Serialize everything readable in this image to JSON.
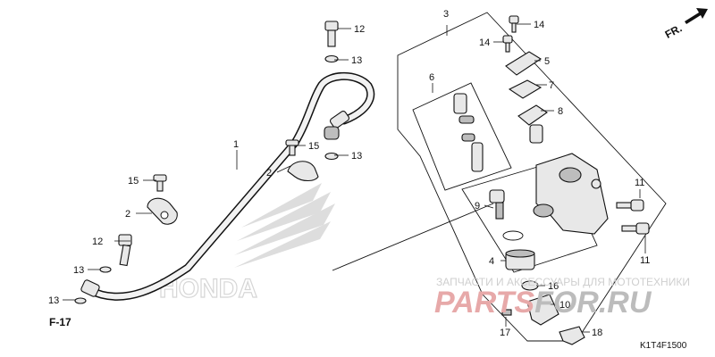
{
  "diagram": {
    "part_numbers": [
      "1",
      "2",
      "2",
      "3",
      "4",
      "5",
      "6",
      "7",
      "8",
      "9",
      "10",
      "11",
      "11",
      "12",
      "12",
      "13",
      "13",
      "13",
      "13",
      "14",
      "14",
      "15",
      "15",
      "16",
      "17",
      "18"
    ],
    "refs": {
      "front": "FR.",
      "figure": "F-17"
    },
    "code": "K1T4F1500",
    "watermark": {
      "caption": "ЗАПЧАСТИ И АКСЕССУАРЫ ДЛЯ МОТОТЕХНИКИ",
      "logo_a": "PARTS",
      "logo_b": "FOR.RU",
      "brand": "HONDA",
      "color_a": "#e7a9a9",
      "color_b": "#bcbcbc"
    }
  }
}
